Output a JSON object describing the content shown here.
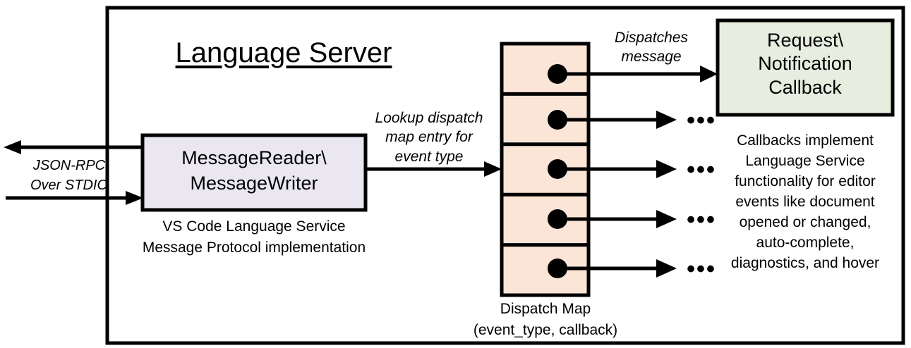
{
  "diagram": {
    "title": "Language Server",
    "frame": {
      "name": "language-server-boundary"
    },
    "io": {
      "label": "JSON-RPC\nOver STDIO",
      "outbound_arrow": "outbound-response-arrow",
      "inbound_arrow": "inbound-request-arrow"
    },
    "message_box": {
      "label": "MessageReader\\\nMessageWriter",
      "caption": "VS Code Language Service\nMessage Protocol implementation",
      "fill": "#EAE7F1",
      "stroke": "#000000"
    },
    "lookup_edge": {
      "label": "Lookup dispatch\nmap entry for\nevent type"
    },
    "dispatch_map": {
      "caption": "Dispatch Map\n(event_type, callback)",
      "fill": "#FBE5D6",
      "stroke": "#000000",
      "row_count": 5,
      "rows": [
        {
          "index": 1,
          "target": "callback-box"
        },
        {
          "index": 2,
          "target": "ellipsis"
        },
        {
          "index": 3,
          "target": "ellipsis"
        },
        {
          "index": 4,
          "target": "ellipsis"
        },
        {
          "index": 5,
          "target": "ellipsis"
        }
      ]
    },
    "dispatch_edge": {
      "label": "Dispatches\nmessage"
    },
    "callback_box": {
      "label": "Request\\\nNotification\nCallback",
      "fill": "#E8EEDF",
      "stroke": "#000000"
    },
    "callback_note": {
      "text": "Callbacks implement\nLanguage Service\nfunctionality for editor\nevents like document\nopened or changed,\nauto-complete,\ndiagnostics, and hover"
    },
    "ellipsis": {
      "glyph": "•••",
      "entries": [
        "•••",
        "•••",
        "•••",
        "•••"
      ]
    }
  }
}
